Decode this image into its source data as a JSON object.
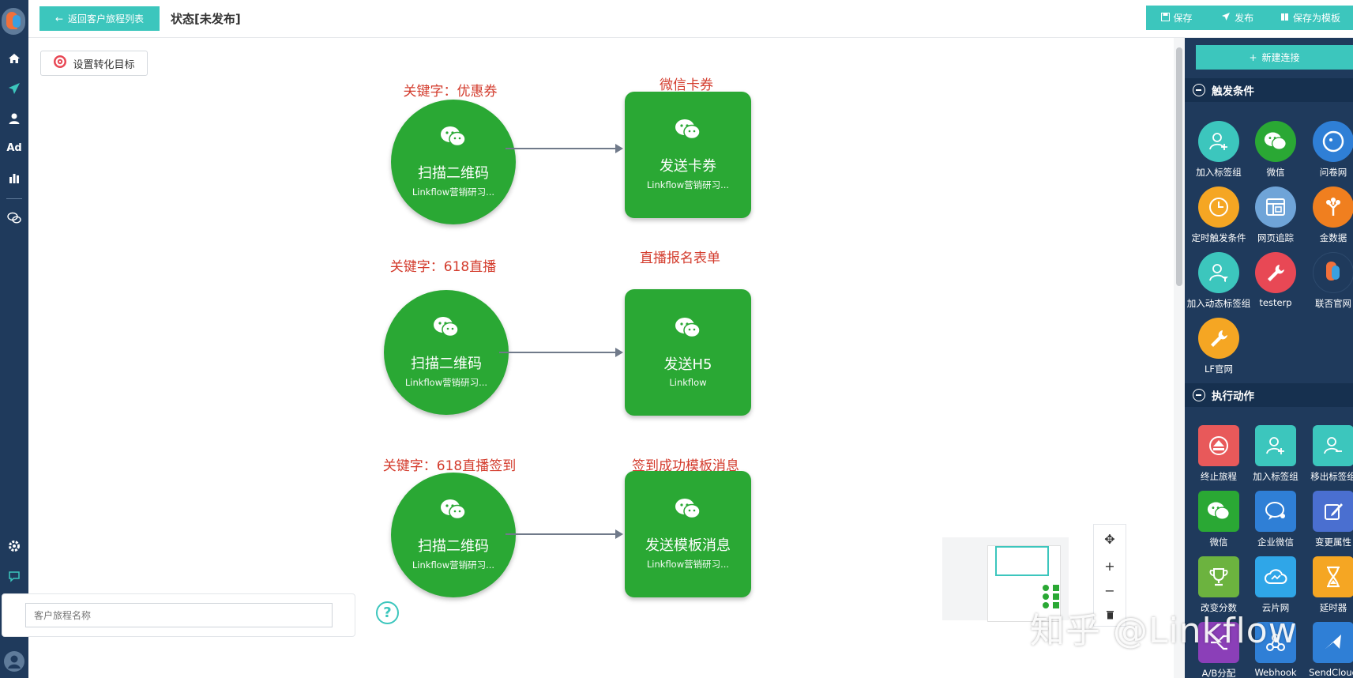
{
  "topbar": {
    "back_label": "返回客户旅程列表",
    "status": "状态[未发布]",
    "save_label": "保存",
    "publish_label": "发布",
    "save_template_label": "保存为模板"
  },
  "canvas": {
    "goal_label": "设置转化目标",
    "rows": [
      {
        "trigger_caption": "关键字：优惠券",
        "trigger_title": "扫描二维码",
        "trigger_sub": "Linkflow营销研习...",
        "action_caption": "微信卡券",
        "action_title": "发送卡券",
        "action_sub": "Linkflow营销研习..."
      },
      {
        "trigger_caption": "关键字：618直播",
        "trigger_title": "扫描二维码",
        "trigger_sub": "Linkflow营销研习...",
        "action_caption": "直播报名表单",
        "action_title": "发送H5",
        "action_sub": "Linkflow"
      },
      {
        "trigger_caption": "关键字：618直播签到",
        "trigger_title": "扫描二维码",
        "trigger_sub": "Linkflow营销研习...",
        "action_caption": "签到成功模板消息",
        "action_title": "发送模板消息",
        "action_sub": "Linkflow营销研习..."
      }
    ],
    "name_placeholder": "客户旅程名称",
    "help_symbol": "?"
  },
  "panel": {
    "new_connection": "新建连接",
    "triggers_title": "触发条件",
    "triggers": [
      {
        "label": "加入标签组",
        "color": "#3cc6bd",
        "icon": "user-plus-icon"
      },
      {
        "label": "微信",
        "color": "#2aa834",
        "icon": "wechat-icon"
      },
      {
        "label": "问卷网",
        "color": "#2f7fd6",
        "icon": "survey-icon"
      },
      {
        "label": "定时触发条件",
        "color": "#f5a623",
        "icon": "clock-icon"
      },
      {
        "label": "网页追踪",
        "color": "#6fa4d8",
        "icon": "webpage-icon"
      },
      {
        "label": "金数据",
        "color": "#f07f1f",
        "icon": "tree-icon"
      },
      {
        "label": "加入动态标签组",
        "color": "#3cc6bd",
        "icon": "user-filter-icon"
      },
      {
        "label": "testerp",
        "color": "#e84855",
        "icon": "wrench-icon"
      },
      {
        "label": "联否官网",
        "color": "#1f3a5c",
        "icon": "logo-icon"
      },
      {
        "label": "LF官网",
        "color": "#f5a623",
        "icon": "wrench-icon"
      }
    ],
    "actions_title": "执行动作",
    "actions": [
      {
        "label": "终止旅程",
        "color": "#e8595a",
        "icon": "stop-icon"
      },
      {
        "label": "加入标签组",
        "color": "#3cc6bd",
        "icon": "user-plus-icon"
      },
      {
        "label": "移出标签组",
        "color": "#3cc6bd",
        "icon": "user-minus-icon"
      },
      {
        "label": "微信",
        "color": "#2aa834",
        "icon": "wechat-icon"
      },
      {
        "label": "企业微信",
        "color": "#2f7fd6",
        "icon": "work-wechat-icon"
      },
      {
        "label": "变更属性",
        "color": "#4a6fd0",
        "icon": "edit-icon"
      },
      {
        "label": "改变分数",
        "color": "#6cb33f",
        "icon": "trophy-icon"
      },
      {
        "label": "云片网",
        "color": "#2fa6e8",
        "icon": "cloud-icon"
      },
      {
        "label": "延时器",
        "color": "#f5a623",
        "icon": "hourglass-icon"
      },
      {
        "label": "A/B分配",
        "color": "#8b3fb8",
        "icon": "split-icon"
      },
      {
        "label": "Webhook",
        "color": "#2f7fd6",
        "icon": "webhook-icon"
      },
      {
        "label": "SendCloud",
        "color": "#2f7fd6",
        "icon": "sendcloud-icon"
      }
    ]
  },
  "watermark": "知乎 @Linkflow"
}
